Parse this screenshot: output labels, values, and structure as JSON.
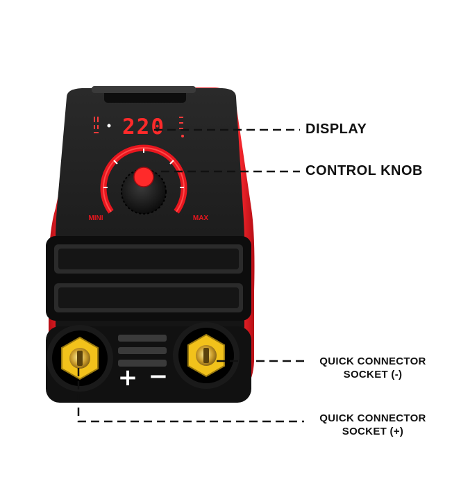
{
  "callouts": {
    "display": "DISPLAY",
    "control_knob": "CONTROL KNOB",
    "socket_negative_line1": "QUICK CONNECTOR",
    "socket_negative_line2": "SOCKET (-)",
    "socket_positive_line1": "QUICK CONNECTOR",
    "socket_positive_line2": "SOCKET (+)"
  },
  "panel": {
    "display_value": "220",
    "knob_min_label": "MINI",
    "knob_max_label": "MAX",
    "plus_symbol": "+",
    "minus_symbol": "−"
  },
  "colors": {
    "body_red": "#e0141c",
    "panel_black": "#1b1b1b",
    "display_red": "#ff2a2a",
    "socket_yellow": "#f2c21b"
  }
}
